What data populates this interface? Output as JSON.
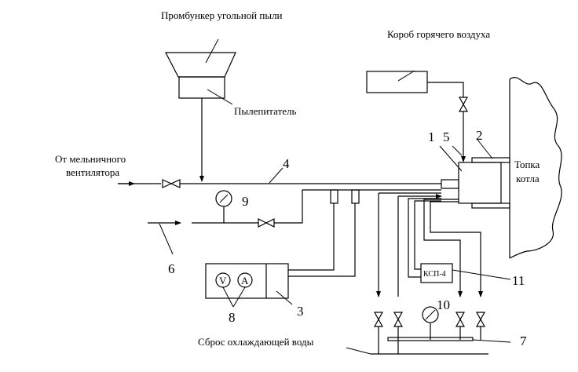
{
  "labels": {
    "hopper": "Промбункер угольной пыли",
    "hot_air_box": "Короб горячего воздуха",
    "feeder": "Пылепитатель",
    "from_fan_line1": "От мельничного",
    "from_fan_line2": "вентилятора",
    "furnace_line1": "Топка",
    "furnace_line2": "котла",
    "water_discharge": "Сброс охлаждающей воды",
    "ksp": "КСП-4",
    "meter_v": "V",
    "meter_a": "A"
  },
  "numbers": {
    "n1": "1",
    "n2": "2",
    "n3": "3",
    "n4": "4",
    "n5": "5",
    "n6": "6",
    "n7": "7",
    "n8": "8",
    "n9": "9",
    "n10": "10",
    "n11": "11"
  }
}
